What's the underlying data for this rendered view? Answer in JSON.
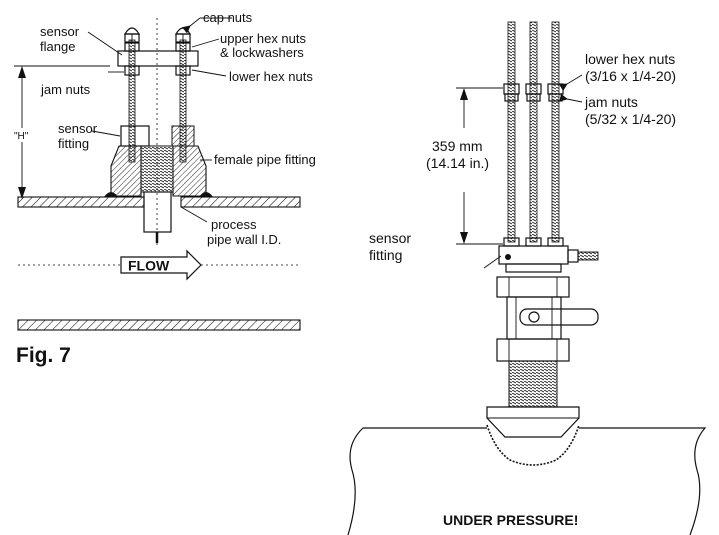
{
  "left_diagram": {
    "labels": {
      "cap_nuts": "cap nuts",
      "sensor_flange_1": "sensor",
      "sensor_flange_2": "flange",
      "upper_hex_1": "upper hex nuts",
      "upper_hex_2": "& lockwashers",
      "jam_nuts": "jam nuts",
      "lower_hex_nuts": "lower hex nuts",
      "h_label": "\"H\"",
      "sensor_fitting_1": "sensor",
      "sensor_fitting_2": "fitting",
      "female_pipe_fitting": "female pipe fitting",
      "process_1": "process",
      "process_2": "pipe wall I.D.",
      "flow": "FLOW"
    },
    "caption": "Fig. 7"
  },
  "right_diagram": {
    "labels": {
      "lower_hex_nuts_1": "lower hex nuts",
      "lower_hex_nuts_2": "(3/16 x 1/4-20)",
      "jam_nuts_1": "jam nuts",
      "jam_nuts_2": "(5/32 x 1/4-20)",
      "dimension_1": "359 mm",
      "dimension_2": "(14.14 in.)",
      "sensor_fitting_1": "sensor",
      "sensor_fitting_2": "fitting",
      "warning": "UNDER PRESSURE!"
    }
  },
  "colors": {
    "ink": "#111111",
    "background": "#ffffff"
  }
}
